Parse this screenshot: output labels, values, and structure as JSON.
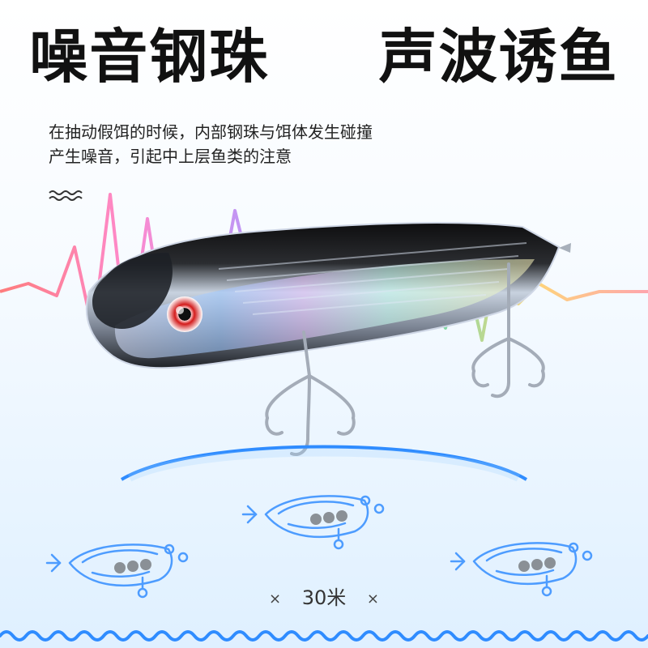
{
  "headline": {
    "left": "噪音钢珠",
    "right": "声波诱鱼"
  },
  "description": {
    "line1": "在抽动假饵的时候，内部钢珠与饵体发生碰撞",
    "line2": "产生噪音，引起中上层鱼类的注意"
  },
  "distance": {
    "label": "30米"
  },
  "icons": {
    "wave_mark": "wave-icon",
    "x_left": "x-mark-icon",
    "x_right": "x-mark-icon"
  },
  "colors": {
    "headline": "#111111",
    "accent_blue": "#2f8cff",
    "signal_red": "#ff5a5a",
    "signal_purple": "#d97cff"
  }
}
